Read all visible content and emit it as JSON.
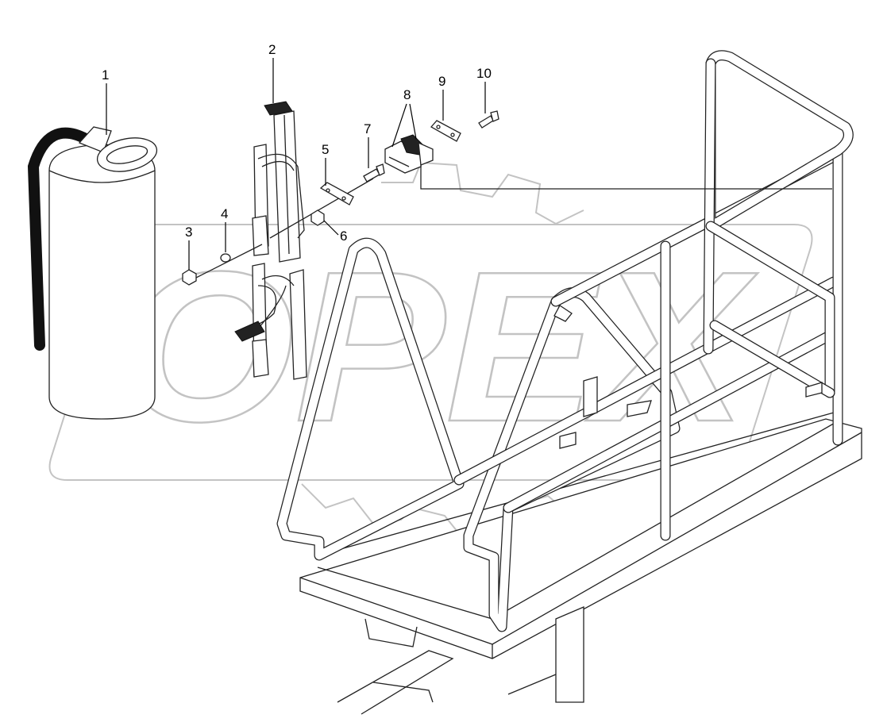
{
  "diagram": {
    "watermark": "OPEX",
    "top_right_mark": "",
    "callouts": [
      {
        "id": "1",
        "label": "1"
      },
      {
        "id": "2",
        "label": "2"
      },
      {
        "id": "3",
        "label": "3"
      },
      {
        "id": "4",
        "label": "4"
      },
      {
        "id": "5",
        "label": "5"
      },
      {
        "id": "6",
        "label": "6"
      },
      {
        "id": "7",
        "label": "7"
      },
      {
        "id": "8",
        "label": "8"
      },
      {
        "id": "9",
        "label": "9"
      },
      {
        "id": "10",
        "label": "10"
      }
    ],
    "colors": {
      "line": "#222222",
      "watermark_outline": "#bdbdbd",
      "background": "#ffffff"
    }
  }
}
